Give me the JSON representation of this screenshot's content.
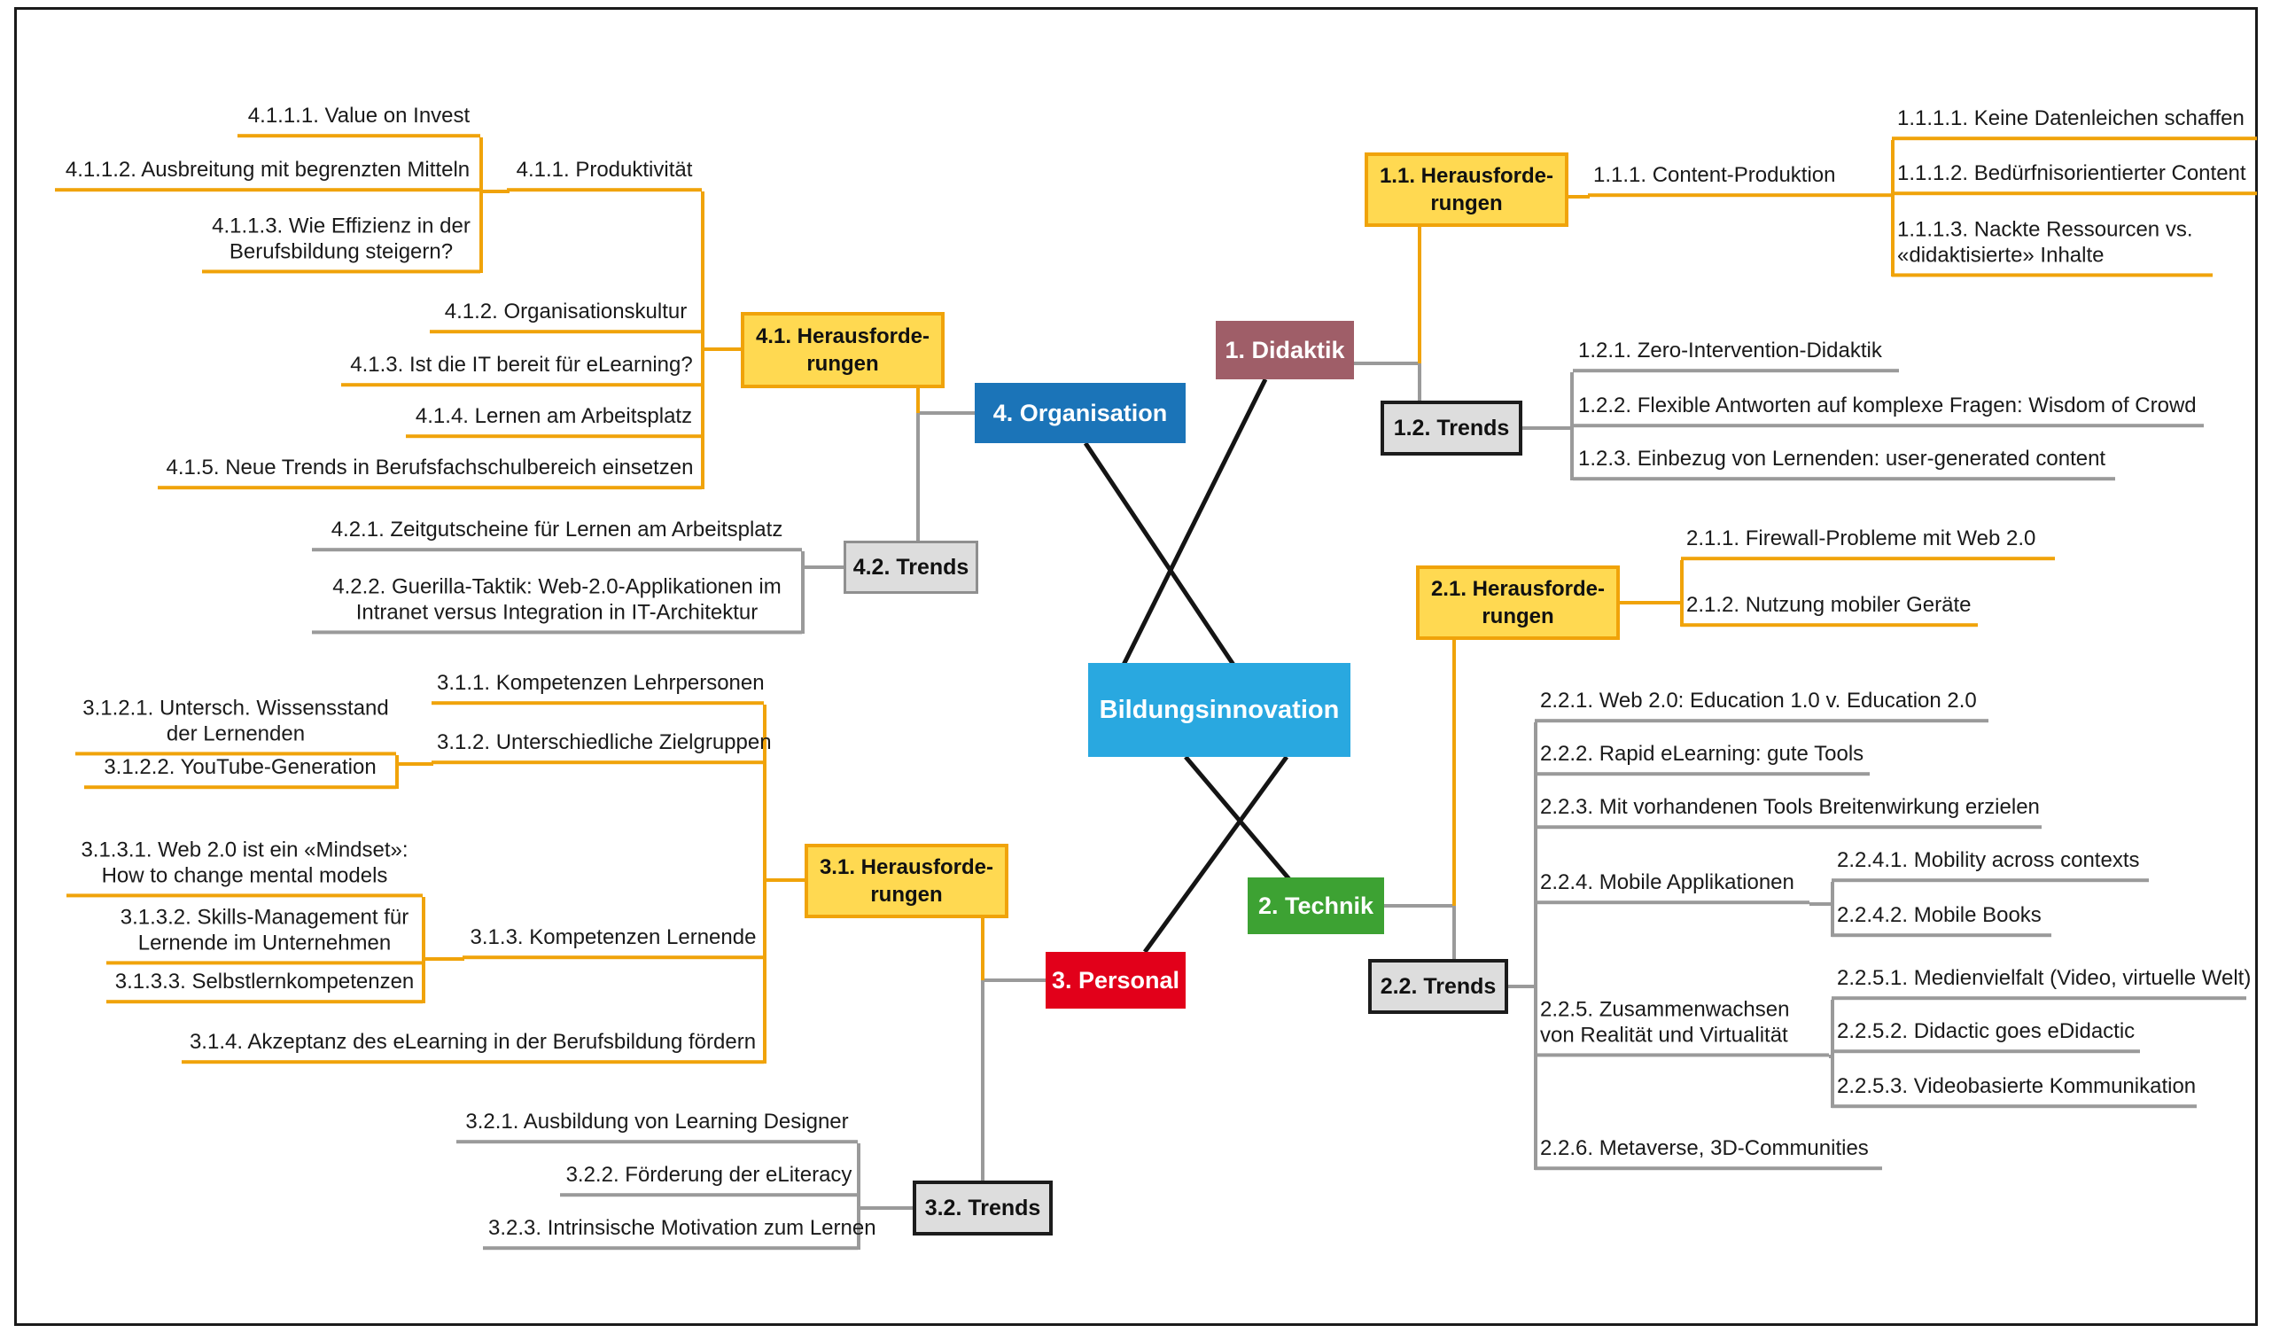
{
  "colors": {
    "center_bg": "#29A8E0",
    "didaktik_bg": "#9F5E68",
    "technik_bg": "#3DA233",
    "personal_bg": "#E2001A",
    "organisation_bg": "#1B74B8",
    "challenge_bg": "#FFD951",
    "challenge_border": "#F0A30A",
    "trends_bg": "#DDDDDD",
    "line_orange": "#F0A30A",
    "line_gray": "#9A9A9A",
    "line_black": "#141414"
  },
  "nodes": {
    "center": "Bildungsinnovation",
    "didaktik": "1. Didaktik",
    "technik": "2. Technik",
    "personal": "3. Personal",
    "organisation": "4. Organisation",
    "h11": "1.1. Herausforde-\nrungen",
    "h21": "2.1. Herausforde-\nrungen",
    "h31": "3.1. Herausforde-\nrungen",
    "h41": "4.1. Herausforde-\nrungen",
    "t12": "1.2. Trends",
    "t22": "2.2. Trends",
    "t32": "3.2. Trends",
    "t42": "4.2. Trends"
  },
  "leaves": {
    "l111": "1.1.1. Content-Produktion",
    "l1111": "1.1.1.1. Keine Datenleichen schaffen",
    "l1112": "1.1.1.2. Bedürfnisorientierter Content",
    "l1113": "1.1.1.3. Nackte Ressourcen vs.\n«didaktisierte» Inhalte",
    "l121": "1.2.1. Zero-Intervention-Didaktik",
    "l122": "1.2.2. Flexible Antworten auf komplexe Fragen: Wisdom of Crowd",
    "l123": "1.2.3. Einbezug von Lernenden: user-generated content",
    "l211": "2.1.1. Firewall-Probleme mit Web 2.0",
    "l212": "2.1.2. Nutzung mobiler Geräte",
    "l221": "2.2.1. Web 2.0: Education 1.0 v. Education 2.0",
    "l222": "2.2.2. Rapid eLearning: gute Tools",
    "l223": "2.2.3. Mit vorhandenen Tools Breitenwirkung erzielen",
    "l224": "2.2.4. Mobile Applikationen",
    "l2241": "2.2.4.1. Mobility across contexts",
    "l2242": "2.2.4.2. Mobile Books",
    "l225": "2.2.5. Zusammenwachsen\nvon Realität und Virtualität",
    "l2251": "2.2.5.1. Medienvielfalt (Video, virtuelle Welt)",
    "l2252": "2.2.5.2. Didactic goes eDidactic",
    "l2253": "2.2.5.3. Videobasierte Kommunikation",
    "l226": "2.2.6. Metaverse, 3D-Communities",
    "l311": "3.1.1. Kompetenzen Lehrpersonen",
    "l312": "3.1.2. Unterschiedliche Zielgruppen",
    "l3121": "3.1.2.1. Untersch. Wissensstand\nder Lernenden",
    "l3122": "3.1.2.2. YouTube-Generation",
    "l313": "3.1.3. Kompetenzen Lernende",
    "l3131": "3.1.3.1. Web 2.0 ist ein «Mindset»:\nHow to change mental models",
    "l3132": "3.1.3.2. Skills-Management für\nLernende im Unternehmen",
    "l3133": "3.1.3.3. Selbstlernkompetenzen",
    "l314": "3.1.4. Akzeptanz des eLearning in der Berufsbildung fördern",
    "l321": "3.2.1. Ausbildung von Learning Designer",
    "l322": "3.2.2. Förderung der eLiteracy",
    "l323": "3.2.3. Intrinsische Motivation zum Lernen",
    "l411": "4.1.1. Produktivität",
    "l4111": "4.1.1.1. Value on Invest",
    "l4112": "4.1.1.2. Ausbreitung mit begrenzten Mitteln",
    "l4113": "4.1.1.3. Wie Effizienz in der\nBerufsbildung steigern?",
    "l412": "4.1.2. Organisationskultur",
    "l413": "4.1.3. Ist die IT bereit für eLearning?",
    "l414": "4.1.4. Lernen am Arbeitsplatz",
    "l415": "4.1.5. Neue Trends in Berufsfachschulbereich einsetzen",
    "l421": "4.2.1. Zeitgutscheine für Lernen am Arbeitsplatz",
    "l422": "4.2.2. Guerilla-Taktik: Web-2.0-Applikationen im\nIntranet versus Integration in IT-Architektur"
  }
}
